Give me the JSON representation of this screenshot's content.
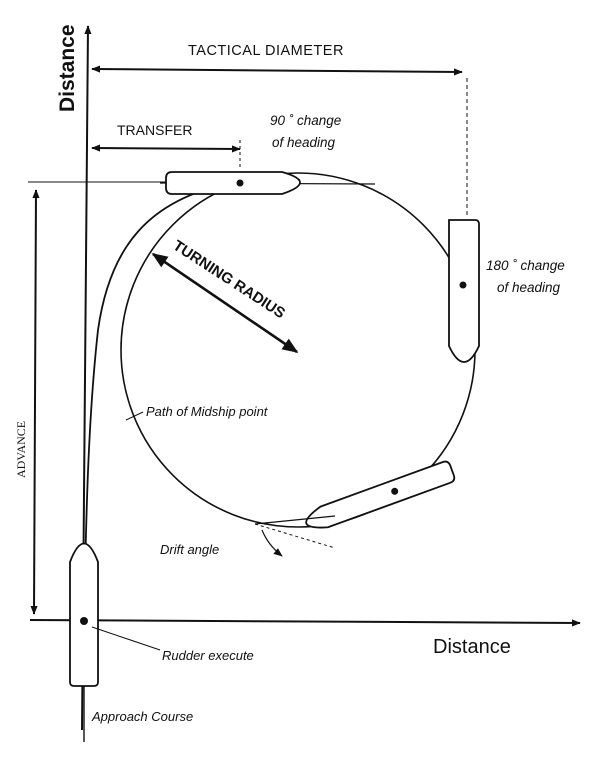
{
  "axes": {
    "y_label": "Distance",
    "x_label": "Distance"
  },
  "dimensions": {
    "tactical_diameter": "TACTICAL DIAMETER",
    "transfer": "TRANSFER",
    "advance": "ADVANCE",
    "turning_radius": "TURNING RADIUS"
  },
  "annotations": {
    "heading_90_line1": "90 ˚ change",
    "heading_90_line2": "of heading",
    "heading_180_line1": "180 ˚ change",
    "heading_180_line2": "of heading",
    "path_midship": "Path of  Midship point",
    "drift_angle": "Drift angle",
    "rudder_execute": "Rudder execute",
    "approach_course": "Approach  Course"
  }
}
